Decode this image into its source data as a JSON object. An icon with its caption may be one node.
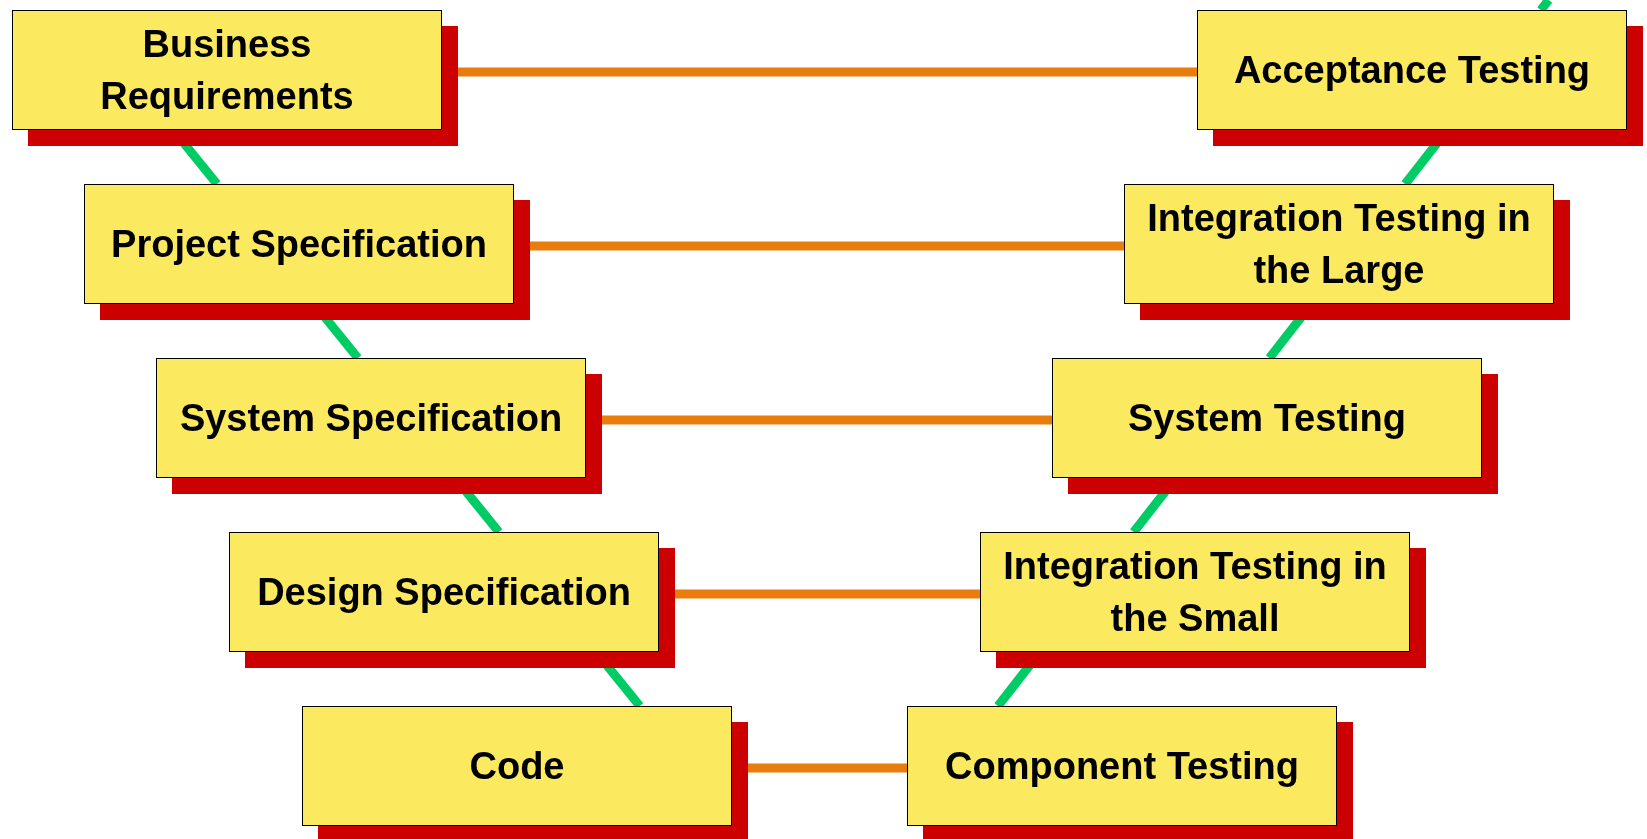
{
  "diagram": {
    "nodes": [
      {
        "text": [
          "Business Requirements"
        ]
      },
      {
        "text": [
          "Acceptance Testing"
        ]
      },
      {
        "text": [
          "Project Specification"
        ]
      },
      {
        "text": [
          "Integration Testing in the Large"
        ]
      },
      {
        "text": [
          "System Specification"
        ]
      },
      {
        "text": [
          "System Testing"
        ]
      },
      {
        "text": [
          "Design Specification"
        ]
      },
      {
        "text": [
          "Integration Testing in the Small"
        ]
      },
      {
        "text": [
          "Code"
        ]
      },
      {
        "text": [
          "Component Testing"
        ]
      }
    ],
    "edges": [
      {
        "from": 0,
        "to": 2,
        "arrow": "none"
      },
      {
        "from": 2,
        "to": 4,
        "arrow": "none"
      },
      {
        "from": 4,
        "to": 6,
        "arrow": "none"
      },
      {
        "from": 6,
        "to": 8,
        "arrow": "none"
      },
      {
        "from": 1,
        "to": 3,
        "arrow": "none"
      },
      {
        "from": 3,
        "to": 5,
        "arrow": "none"
      },
      {
        "from": 5,
        "to": 7,
        "arrow": "none"
      },
      {
        "from": 7,
        "to": 9,
        "arrow": "none"
      },
      {
        "from": 1,
        "to": null,
        "arrow": "none"
      },
      {
        "from": 0,
        "to": 1,
        "arrow": "none",
        "color": "#e87c0c"
      },
      {
        "from": 2,
        "to": 3,
        "arrow": "none",
        "color": "#e87c0c"
      },
      {
        "from": 4,
        "to": 5,
        "arrow": "none",
        "color": "#e87c0c"
      },
      {
        "from": 6,
        "to": 7,
        "arrow": "none",
        "color": "#e87c0c"
      },
      {
        "from": 8,
        "to": 9,
        "arrow": "none",
        "color": "#e87c0c"
      }
    ]
  }
}
